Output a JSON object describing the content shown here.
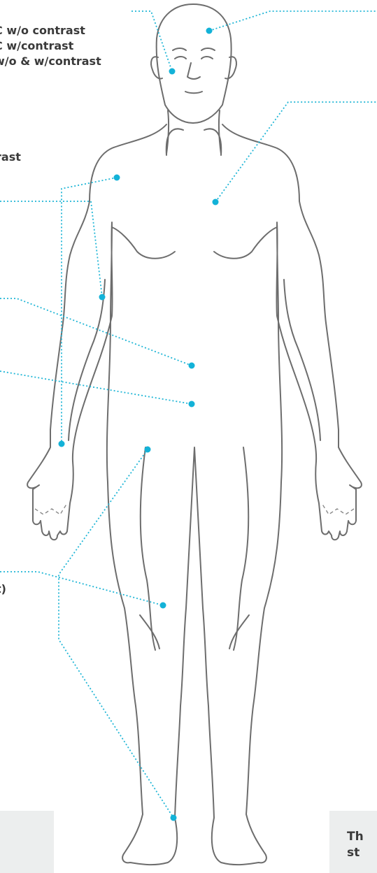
{
  "labels": {
    "head": {
      "line1": "C w/o contrast",
      "line2": "C w/contrast",
      "line3": " w/o & w/contrast"
    },
    "shoulder": "rast",
    "femur": "t)"
  },
  "right_panel": {
    "line1": "Th",
    "line2": "st"
  },
  "colors": {
    "leader": "#20b6d6",
    "dot": "#13b2d8",
    "outline": "#6d6d6d",
    "text": "#3a3a3a",
    "panel": "#eceeee"
  }
}
